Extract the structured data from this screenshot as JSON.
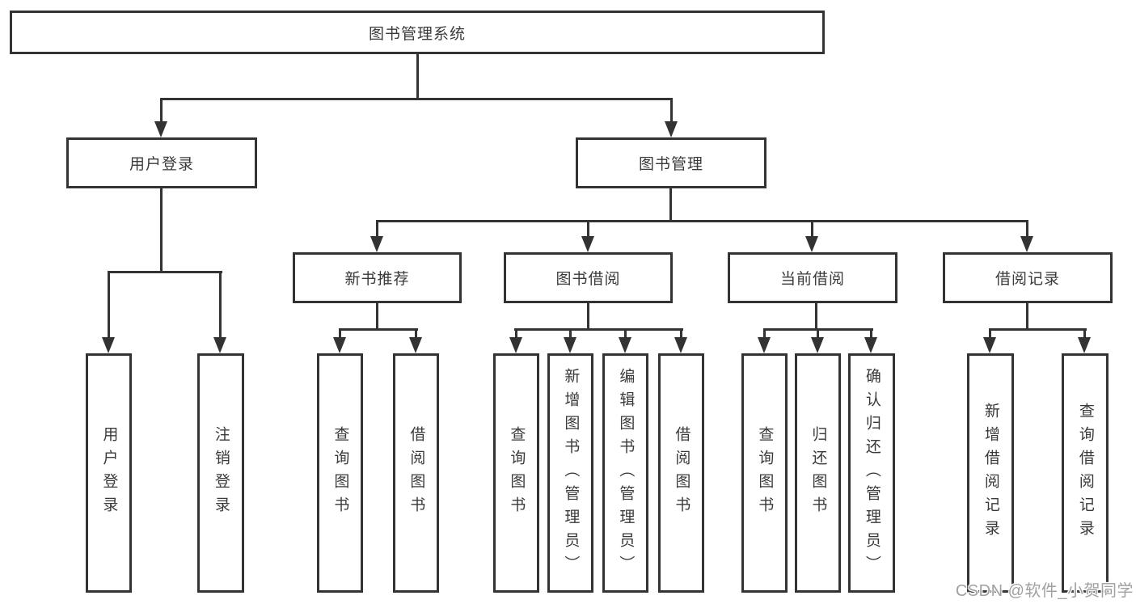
{
  "nodes": {
    "root": "图书管理系统",
    "user_login": "用户登录",
    "book_management": "图书管理"
  },
  "login_children": [
    "用户登录",
    "注销登录"
  ],
  "management_groups": [
    {
      "label": "新书推荐",
      "children": [
        "查询图书",
        "借阅图书"
      ]
    },
    {
      "label": "图书借阅",
      "children": [
        "查询图书",
        "新增图书（管理员）",
        "编辑图书（管理员）",
        "借阅图书"
      ]
    },
    {
      "label": "当前借阅",
      "children": [
        "查询图书",
        "归还图书",
        "确认归还（管理员）"
      ]
    },
    {
      "label": "借阅记录",
      "children": [
        "新增借阅记录",
        "查询借阅记录"
      ]
    }
  ],
  "watermark": "CSDN @软件_小贺同学",
  "colors": {
    "line": "#333333",
    "text": "#3a3a3a",
    "background": "#ffffff",
    "watermark": "#a0a0a0"
  }
}
